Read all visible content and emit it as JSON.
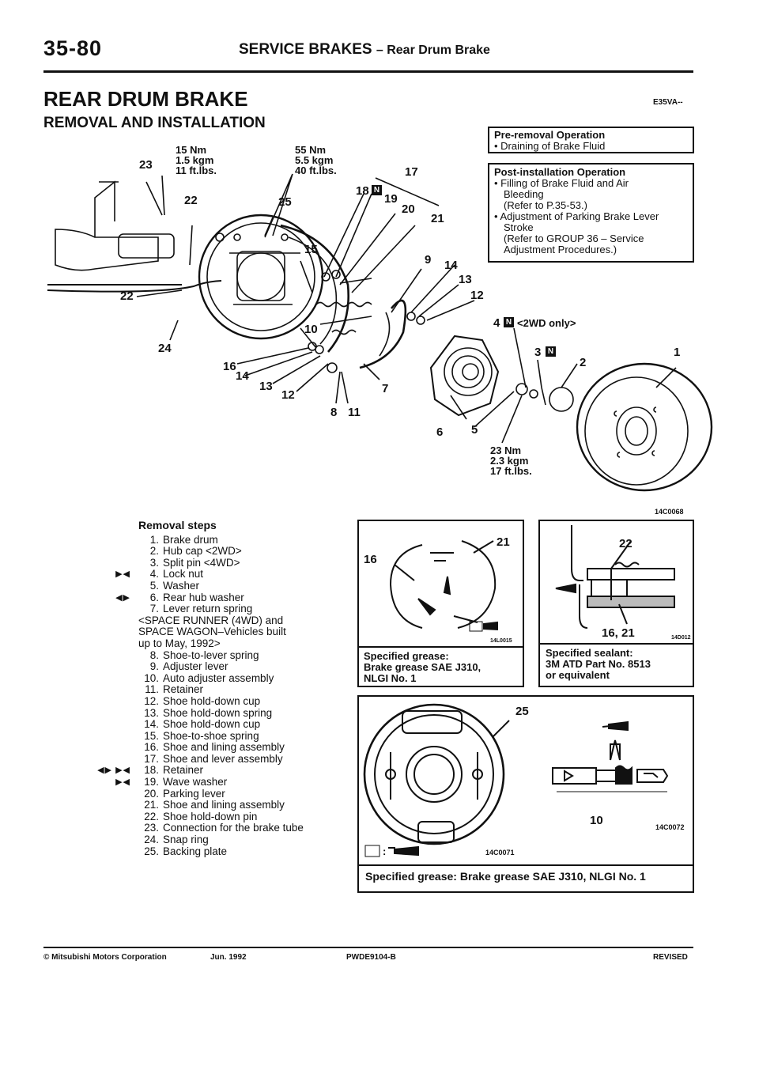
{
  "header": {
    "page_number": "35-80",
    "section": "SERVICE BRAKES",
    "subsection": "– Rear Drum Brake"
  },
  "title": "REAR DRUM BRAKE",
  "code": "E35VA--",
  "subtitle": "REMOVAL AND INSTALLATION",
  "pre_removal": {
    "title": "Pre-removal Operation",
    "items": [
      "• Draining of Brake Fluid"
    ]
  },
  "post_install": {
    "title": "Post-installation Operation",
    "lines": [
      "• Filling of Brake Fluid and Air",
      "Bleeding",
      "(Refer to P.35-53.)",
      "• Adjustment of Parking Brake Lever",
      "Stroke",
      "(Refer to GROUP 36 – Service",
      "Adjustment Procedures.)"
    ]
  },
  "torque": {
    "t1": [
      "15 Nm",
      "1.5 kgm",
      "11 ft.lbs."
    ],
    "t2": [
      "55 Nm",
      "5.5 kgm",
      "40 ft.lbs."
    ],
    "t3": [
      "23 Nm",
      "2.3 kgm",
      "17 ft.lbs."
    ]
  },
  "callouts": {
    "c23": "23",
    "c22a": "22",
    "c25": "25",
    "c17": "17",
    "c18": "18",
    "c19": "19",
    "c20": "20",
    "c21": "21",
    "c15": "15",
    "c9": "9",
    "c14a": "14",
    "c13a": "13",
    "c12a": "12",
    "c22b": "22",
    "c10": "10",
    "c24": "24",
    "c16": "16",
    "c14b": "14",
    "c13b": "13",
    "c12b": "12",
    "c7": "7",
    "c8": "8",
    "c11": "11",
    "c6": "6",
    "c5": "5",
    "c4": "4",
    "c4note": "<2WD only>",
    "c3": "3",
    "c2": "2",
    "c1": "1"
  },
  "figure_code_main": "14C0068",
  "removal": {
    "title": "Removal steps",
    "steps": [
      {
        "n": "1.",
        "text": "Brake drum",
        "mark": ""
      },
      {
        "n": "2.",
        "text": "Hub cap <2WD>",
        "mark": ""
      },
      {
        "n": "3.",
        "text": "Split pin <4WD>",
        "mark": ""
      },
      {
        "n": "4.",
        "text": "Lock nut",
        "mark": "▶◀"
      },
      {
        "n": "5.",
        "text": "Washer",
        "mark": ""
      },
      {
        "n": "6.",
        "text": "Rear hub washer",
        "mark": "◀▶"
      },
      {
        "n": "7.",
        "text": "Lever return spring",
        "mark": "",
        "cont": [
          "<SPACE RUNNER (4WD) and",
          "SPACE WAGON–Vehicles built",
          "up to May, 1992>"
        ]
      },
      {
        "n": "8.",
        "text": "Shoe-to-lever spring",
        "mark": ""
      },
      {
        "n": "9.",
        "text": "Adjuster lever",
        "mark": ""
      },
      {
        "n": "10.",
        "text": "Auto adjuster assembly",
        "mark": ""
      },
      {
        "n": "11.",
        "text": "Retainer",
        "mark": ""
      },
      {
        "n": "12.",
        "text": "Shoe hold-down cup",
        "mark": ""
      },
      {
        "n": "13.",
        "text": "Shoe hold-down spring",
        "mark": ""
      },
      {
        "n": "14.",
        "text": "Shoe hold-down cup",
        "mark": ""
      },
      {
        "n": "15.",
        "text": "Shoe-to-shoe spring",
        "mark": ""
      },
      {
        "n": "16.",
        "text": "Shoe and lining assembly",
        "mark": ""
      },
      {
        "n": "17.",
        "text": "Shoe and lever assembly",
        "mark": ""
      },
      {
        "n": "18.",
        "text": "Retainer",
        "mark": "◀▶ ▶◀"
      },
      {
        "n": "19.",
        "text": "Wave washer",
        "mark": "▶◀"
      },
      {
        "n": "20.",
        "text": "Parking lever",
        "mark": ""
      },
      {
        "n": "21.",
        "text": "Shoe and lining assembly",
        "mark": ""
      },
      {
        "n": "22.",
        "text": "Shoe hold-down pin",
        "mark": ""
      },
      {
        "n": "23.",
        "text": "Connection for the brake tube",
        "mark": ""
      },
      {
        "n": "24.",
        "text": "Snap ring",
        "mark": ""
      },
      {
        "n": "25.",
        "text": "Backing plate",
        "mark": ""
      }
    ]
  },
  "box_a": {
    "c16": "16",
    "c21": "21",
    "code": "14L0015",
    "caption": [
      "Specified grease:",
      "Brake grease SAE J310,",
      "NLGI No. 1"
    ]
  },
  "box_b": {
    "c22": "22",
    "c1621": "16, 21",
    "code": "14D012",
    "caption": [
      "Specified sealant:",
      "3M ATD Part No. 8513",
      "or equivalent"
    ]
  },
  "box_c": {
    "c25": "25",
    "c10": "10",
    "code1": "14C0072",
    "code2": "14C0071",
    "colon": ":",
    "caption": "Specified grease: Brake grease SAE J310, NLGI No. 1"
  },
  "footer": {
    "copyright": "© Mitsubishi Motors Corporation",
    "date": "Jun. 1992",
    "doc": "PWDE9104-B",
    "status": "REVISED"
  }
}
